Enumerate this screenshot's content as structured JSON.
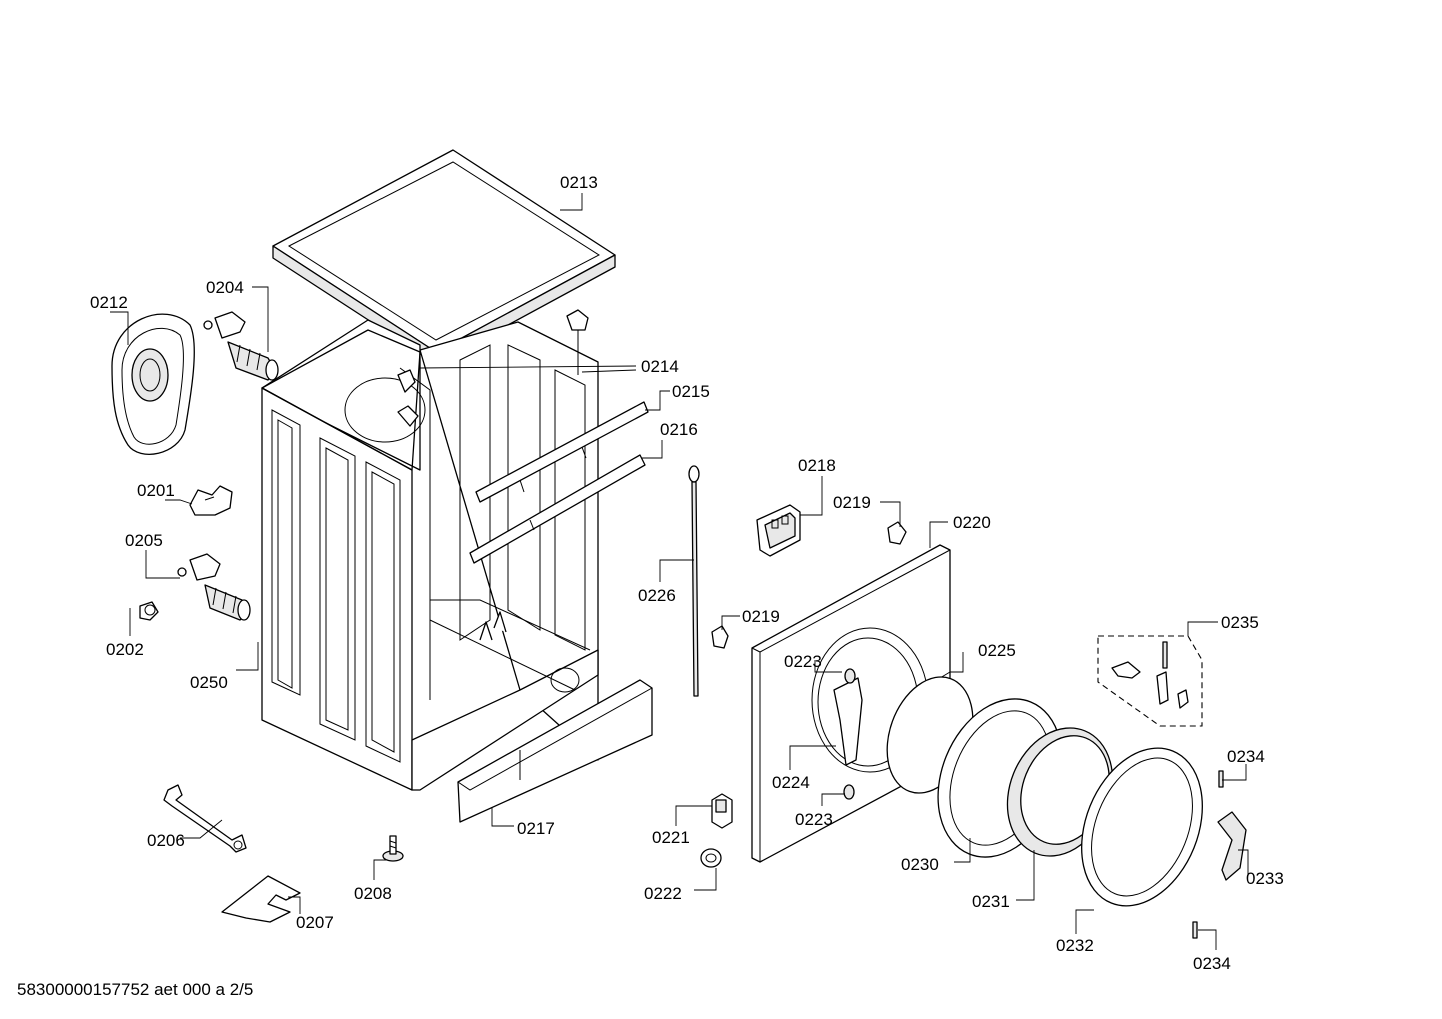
{
  "footer": {
    "document_code": "58300000157752 aet 000 a 2/5"
  },
  "labels": {
    "p0201": "0201",
    "p0202": "0202",
    "p0204": "0204",
    "p0205": "0205",
    "p0206": "0206",
    "p0207": "0207",
    "p0208": "0208",
    "p0212": "0212",
    "p0213": "0213",
    "p0214": "0214",
    "p0215": "0215",
    "p0216": "0216",
    "p0217": "0217",
    "p0218": "0218",
    "p0219a": "0219",
    "p0219b": "0219",
    "p0220": "0220",
    "p0221": "0221",
    "p0222": "0222",
    "p0223a": "0223",
    "p0223b": "0223",
    "p0224": "0224",
    "p0225": "0225",
    "p0226": "0226",
    "p0230": "0230",
    "p0231": "0231",
    "p0232": "0232",
    "p0233": "0233",
    "p0234a": "0234",
    "p0234b": "0234",
    "p0235": "0235",
    "p0250": "0250"
  }
}
